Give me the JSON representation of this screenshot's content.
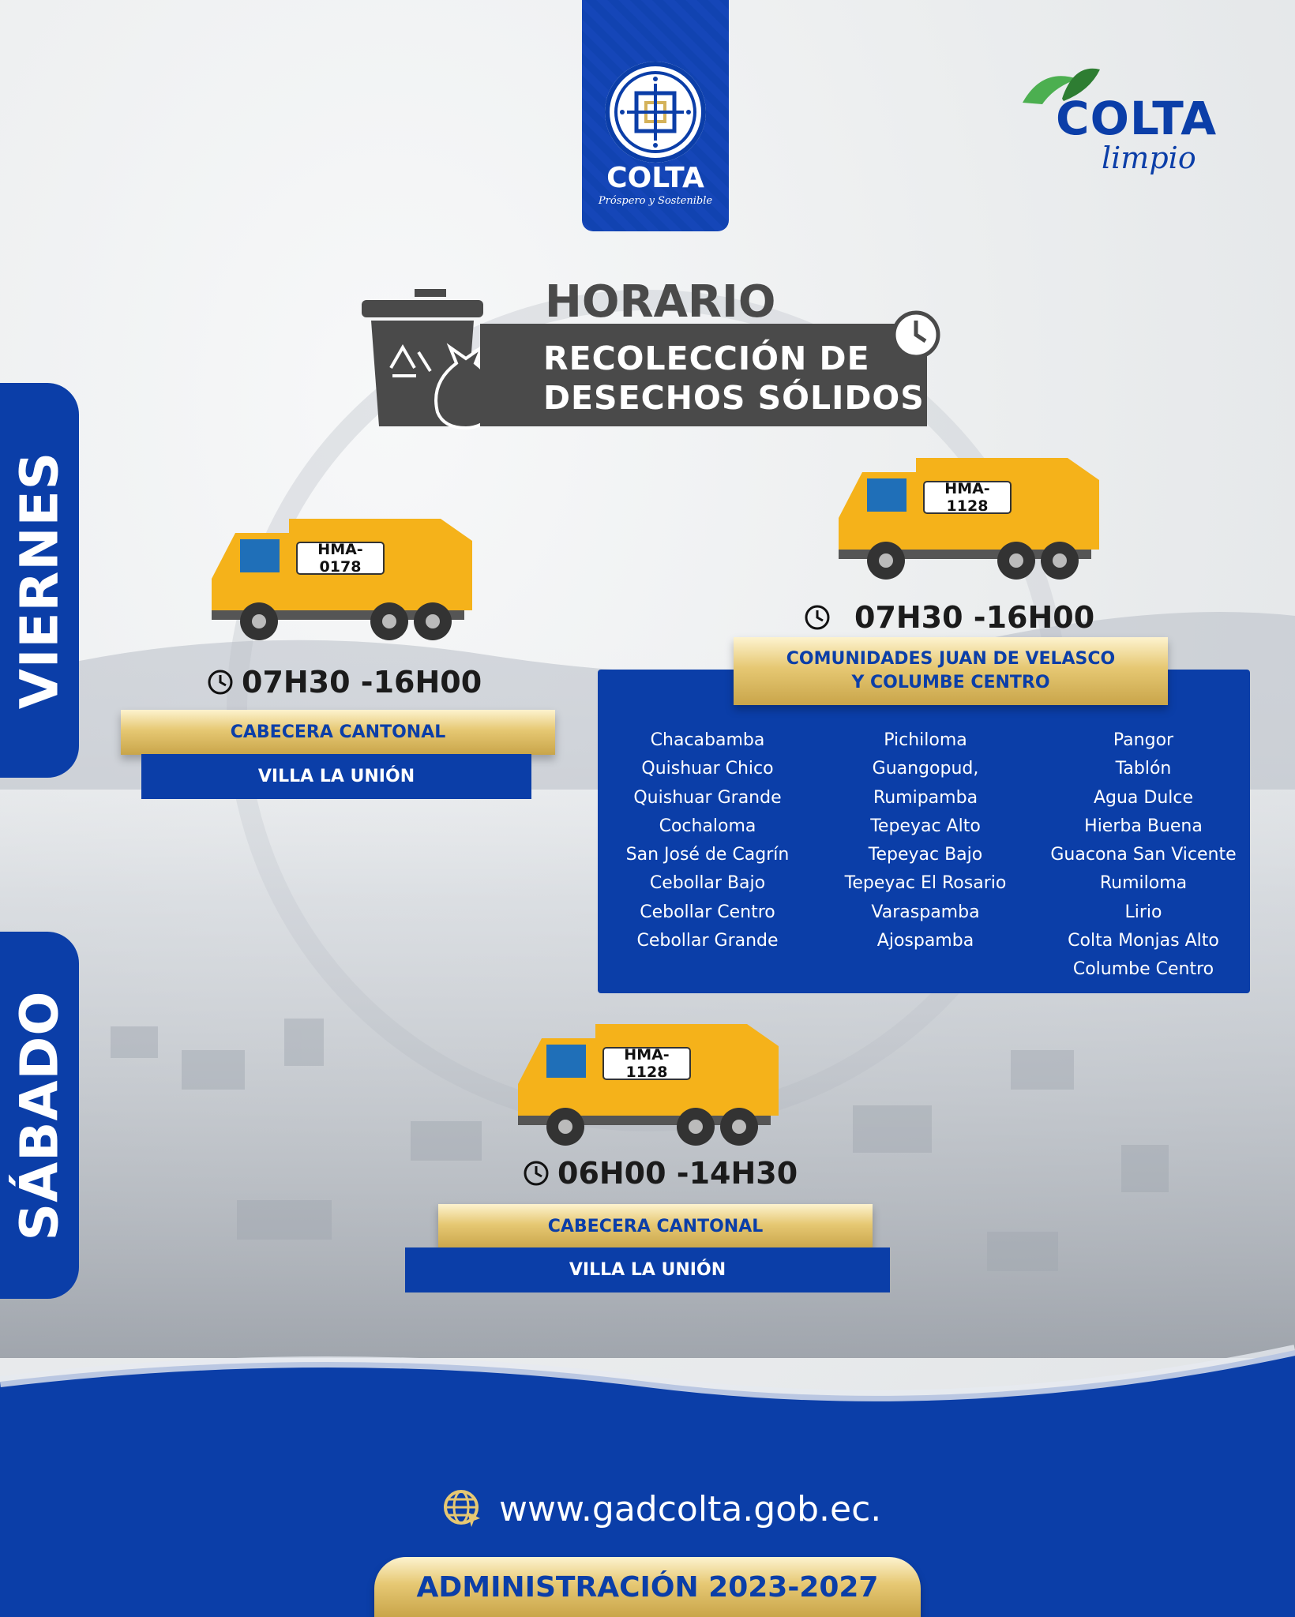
{
  "brand": {
    "logo_title": "COLTA",
    "logo_subtitle": "Próspero y Sostenible",
    "partner_title": "COLTA",
    "partner_subtitle": "limpio",
    "primary_color": "#0b3ea8",
    "gold_color": "#e6c873"
  },
  "heading": {
    "line1": "HORARIO",
    "line2": "RECOLECCIÓN DE",
    "line3": "DESECHOS SÓLIDOS"
  },
  "days": {
    "friday": "VIERNES",
    "saturday": "SÁBADO"
  },
  "friday_cabecera": {
    "plate": "HMA-0178",
    "time": "07H30 -16H00",
    "zone": "CABECERA CANTONAL",
    "place": "VILLA LA UNIÓN"
  },
  "friday_comunidades": {
    "plate": "HMA- 1128",
    "time": "07H30 -16H00",
    "zone_line1": "COMUNIDADES JUAN DE VELASCO",
    "zone_line2": "Y COLUMBE CENTRO",
    "columns": [
      [
        "Chacabamba",
        "Quishuar Chico",
        "Quishuar Grande",
        "Cochaloma",
        "San José de Cagrín",
        "Cebollar Bajo",
        "Cebollar Centro",
        "Cebollar Grande"
      ],
      [
        "Pichiloma",
        "Guangopud,",
        "Rumipamba",
        "Tepeyac Alto",
        "Tepeyac Bajo",
        "Tepeyac El Rosario",
        "Varaspamba",
        "Ajospamba"
      ],
      [
        "Pangor",
        "Tablón",
        "Agua Dulce",
        "Hierba Buena",
        "Guacona San Vicente",
        "Rumiloma",
        "Lirio",
        "Colta Monjas Alto",
        "Columbe Centro"
      ]
    ]
  },
  "saturday_cabecera": {
    "plate": "HMA- 1128",
    "time": "06H00 -14H30",
    "zone": "CABECERA CANTONAL",
    "place": "VILLA LA UNIÓN"
  },
  "footer": {
    "website": "www.gadcolta.gob.ec.",
    "administration": "ADMINISTRACIÓN 2023-2027"
  },
  "icons": [
    "trash-bin-icon",
    "recycle-icon",
    "garbage-bag-icon",
    "clock-icon",
    "garbage-truck-icon",
    "globe-icon",
    "leaf-icon"
  ]
}
